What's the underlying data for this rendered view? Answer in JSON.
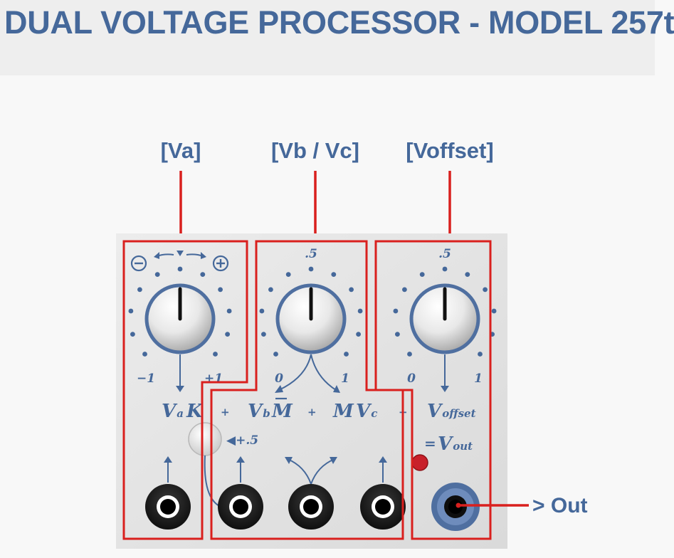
{
  "title": "DUAL VOLTAGE PROCESSOR - MODEL 257t",
  "callouts": {
    "va": "[Va]",
    "vbvc": "[Vb / Vc]",
    "voffset": "[Voffset]",
    "out": "> Out"
  },
  "panel": {
    "knob1": {
      "min": "−1",
      "max": "+1"
    },
    "knob2": {
      "top": ".5",
      "min": "0",
      "max": "1"
    },
    "knob3": {
      "top": ".5",
      "min": "0",
      "max": "1"
    },
    "plus_sign": "+",
    "minus_glyph": "−",
    "plus_glyph": "+",
    "k": "K",
    "m": "M",
    "v": "V",
    "sub_a": "a",
    "sub_b": "b",
    "sub_c": "c",
    "sub_offset": "offset",
    "sub_out": "out",
    "equals": "=",
    "switch_label": "◀+.5"
  },
  "colors": {
    "brand": "#45689a",
    "callout_red": "#d9201e",
    "panel": "#e4e4e4"
  }
}
